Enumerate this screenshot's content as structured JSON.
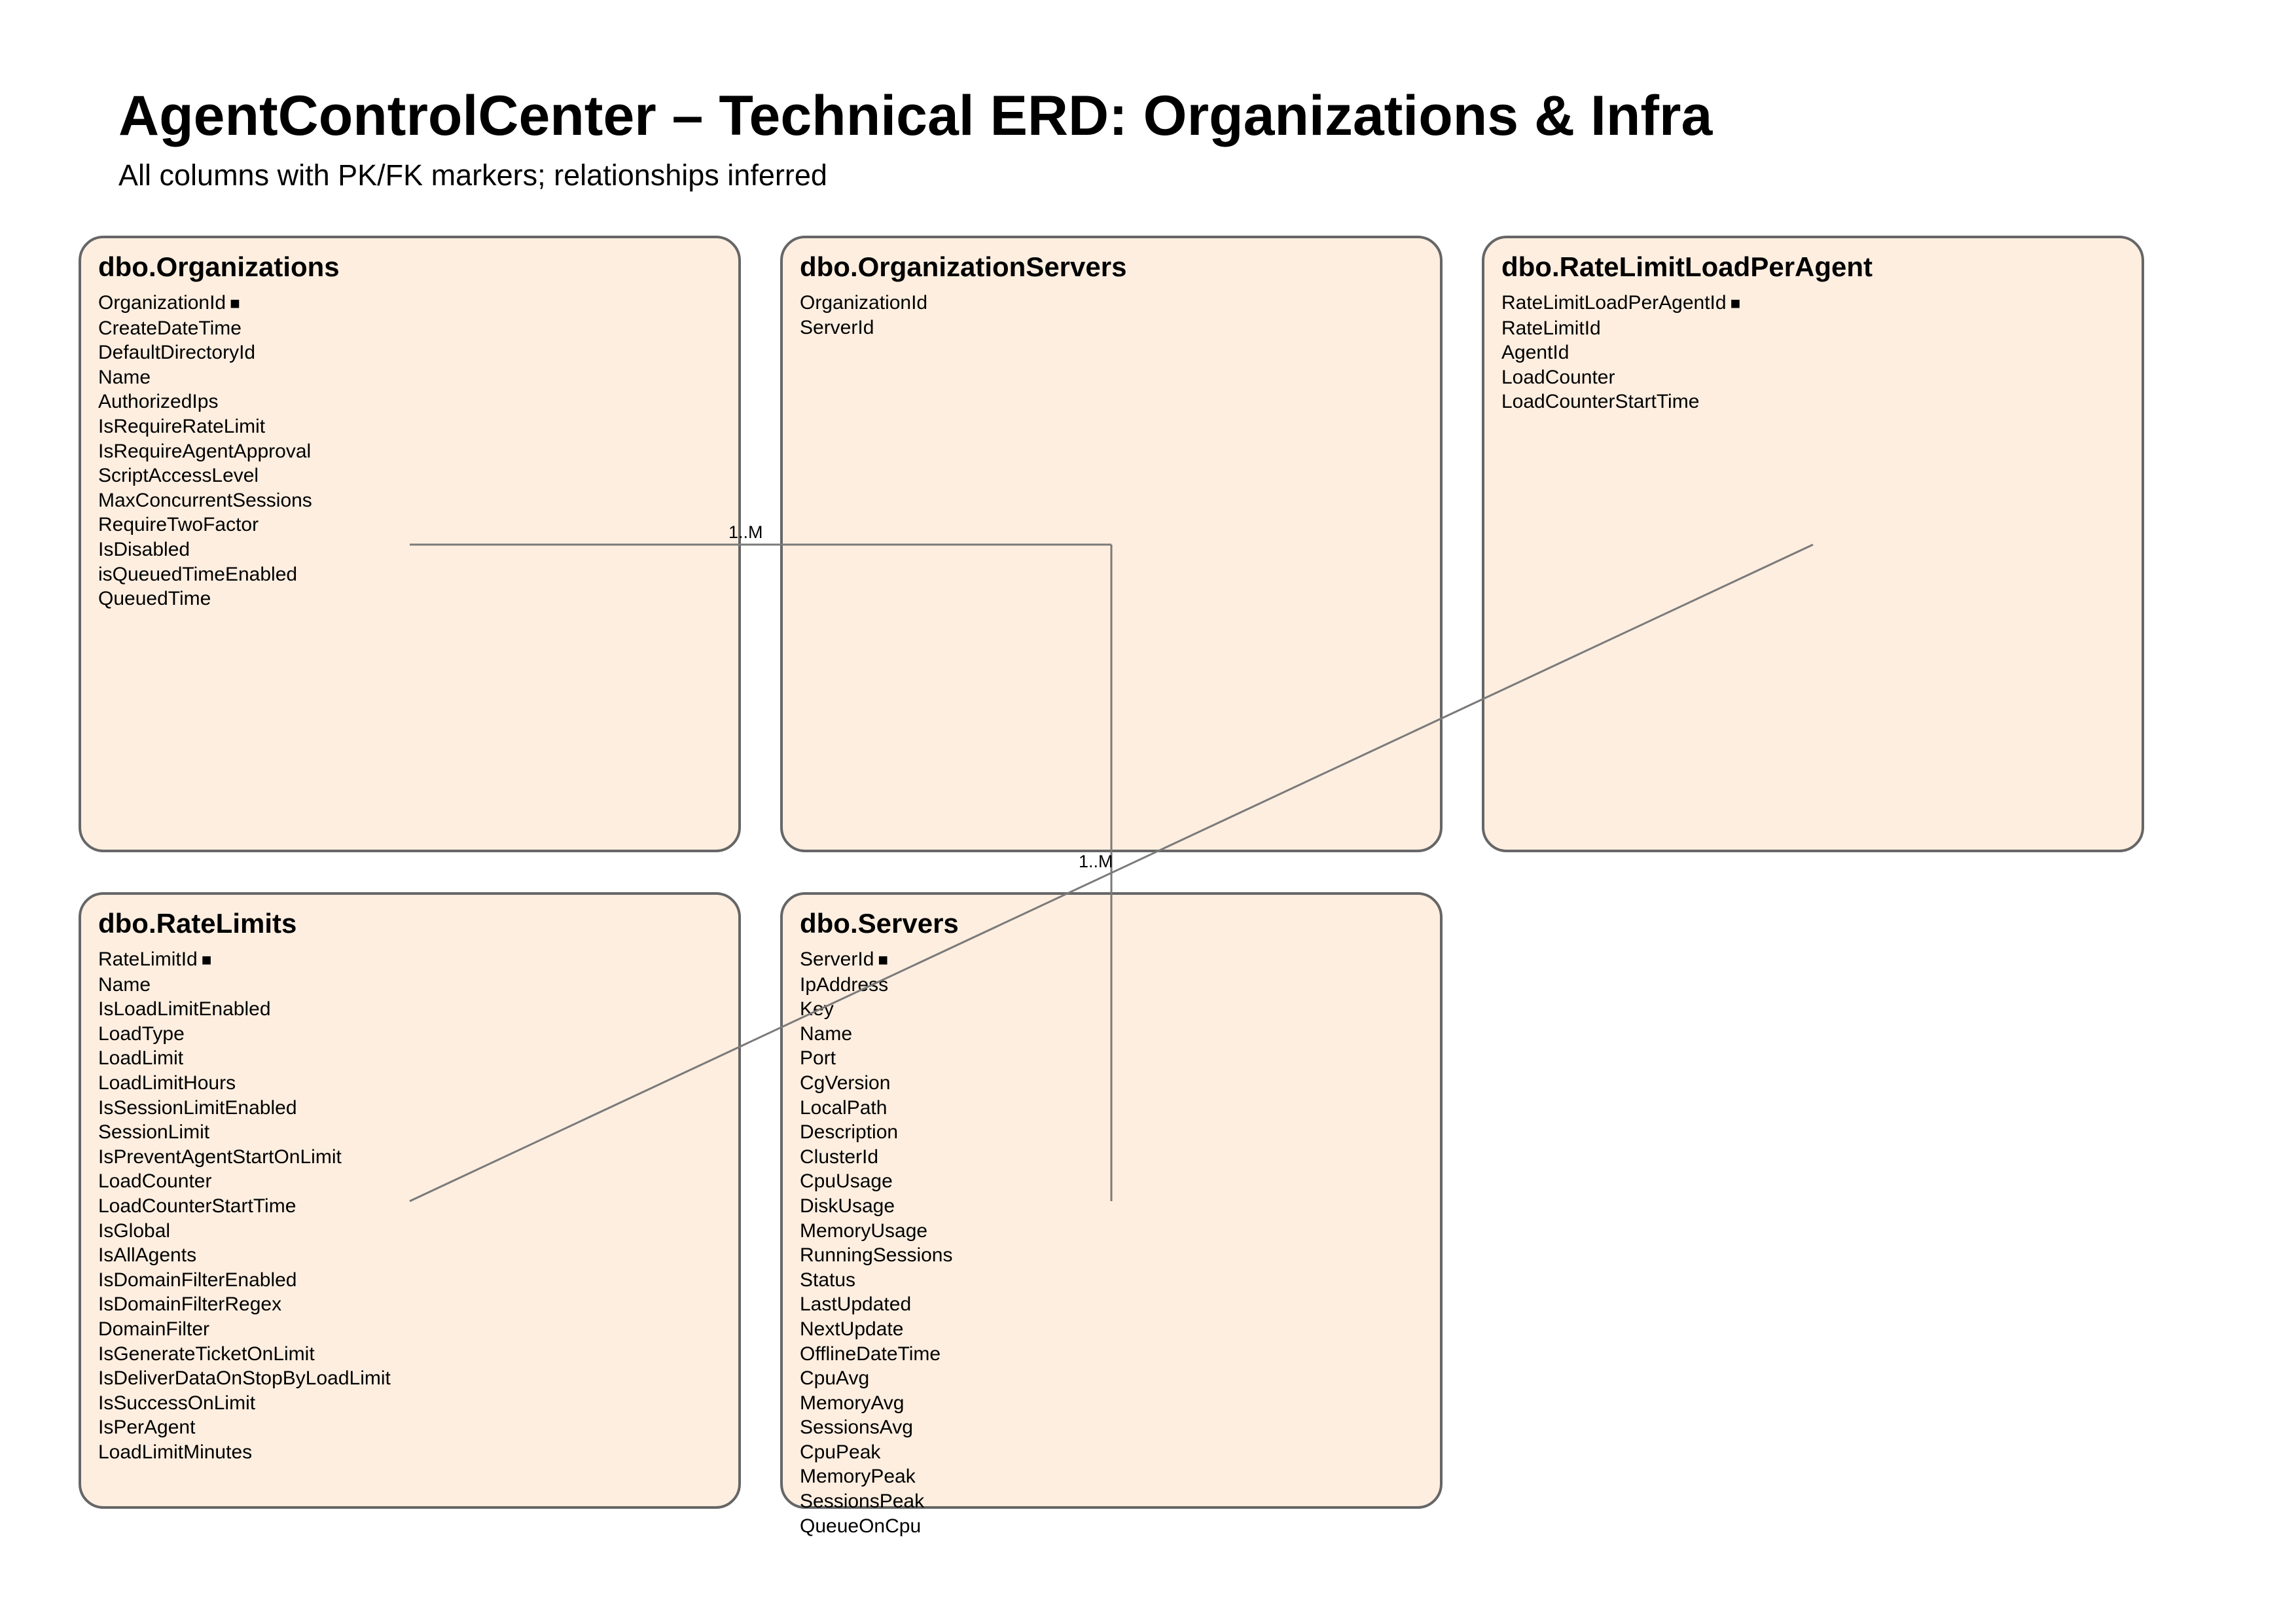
{
  "header": {
    "title": "AgentControlCenter – Technical ERD: Organizations & Infra",
    "subtitle": "All columns with PK/FK markers; relationships inferred"
  },
  "pk_marker": "■",
  "entities": [
    {
      "name": "dbo.Organizations",
      "columns": [
        {
          "name": "OrganizationId",
          "pk": true
        },
        {
          "name": "CreateDateTime"
        },
        {
          "name": "DefaultDirectoryId"
        },
        {
          "name": "Name"
        },
        {
          "name": "AuthorizedIps"
        },
        {
          "name": "IsRequireRateLimit"
        },
        {
          "name": "IsRequireAgentApproval"
        },
        {
          "name": "ScriptAccessLevel"
        },
        {
          "name": "MaxConcurrentSessions"
        },
        {
          "name": "RequireTwoFactor"
        },
        {
          "name": "IsDisabled"
        },
        {
          "name": "isQueuedTimeEnabled"
        },
        {
          "name": "QueuedTime"
        }
      ]
    },
    {
      "name": "dbo.OrganizationServers",
      "columns": [
        {
          "name": "OrganizationId"
        },
        {
          "name": "ServerId"
        }
      ]
    },
    {
      "name": "dbo.RateLimitLoadPerAgent",
      "columns": [
        {
          "name": "RateLimitLoadPerAgentId",
          "pk": true
        },
        {
          "name": "RateLimitId"
        },
        {
          "name": "AgentId"
        },
        {
          "name": "LoadCounter"
        },
        {
          "name": "LoadCounterStartTime"
        }
      ]
    },
    {
      "name": "dbo.RateLimits",
      "columns": [
        {
          "name": "RateLimitId",
          "pk": true
        },
        {
          "name": "Name"
        },
        {
          "name": "IsLoadLimitEnabled"
        },
        {
          "name": "LoadType"
        },
        {
          "name": "LoadLimit"
        },
        {
          "name": "LoadLimitHours"
        },
        {
          "name": "IsSessionLimitEnabled"
        },
        {
          "name": "SessionLimit"
        },
        {
          "name": "IsPreventAgentStartOnLimit"
        },
        {
          "name": "LoadCounter"
        },
        {
          "name": "LoadCounterStartTime"
        },
        {
          "name": "IsGlobal"
        },
        {
          "name": "IsAllAgents"
        },
        {
          "name": "IsDomainFilterEnabled"
        },
        {
          "name": "IsDomainFilterRegex"
        },
        {
          "name": "DomainFilter"
        },
        {
          "name": "IsGenerateTicketOnLimit"
        },
        {
          "name": "IsDeliverDataOnStopByLoadLimit"
        },
        {
          "name": "IsSuccessOnLimit"
        },
        {
          "name": "IsPerAgent"
        },
        {
          "name": "LoadLimitMinutes"
        }
      ]
    },
    {
      "name": "dbo.Servers",
      "columns": [
        {
          "name": "ServerId",
          "pk": true
        },
        {
          "name": "IpAddress"
        },
        {
          "name": "Key"
        },
        {
          "name": "Name"
        },
        {
          "name": "Port"
        },
        {
          "name": "CgVersion"
        },
        {
          "name": "LocalPath"
        },
        {
          "name": "Description"
        },
        {
          "name": "ClusterId"
        },
        {
          "name": "CpuUsage"
        },
        {
          "name": "DiskUsage"
        },
        {
          "name": "MemoryUsage"
        },
        {
          "name": "RunningSessions"
        },
        {
          "name": "Status"
        },
        {
          "name": "LastUpdated"
        },
        {
          "name": "NextUpdate"
        },
        {
          "name": "OfflineDateTime"
        },
        {
          "name": "CpuAvg"
        },
        {
          "name": "MemoryAvg"
        },
        {
          "name": "SessionsAvg"
        },
        {
          "name": "CpuPeak"
        },
        {
          "name": "MemoryPeak"
        },
        {
          "name": "SessionsPeak"
        },
        {
          "name": "QueueOnCpu"
        }
      ]
    }
  ],
  "relationships": [
    {
      "from": "dbo.Organizations",
      "to": "dbo.OrganizationServers",
      "cardinality": "1..M"
    },
    {
      "from": "dbo.Servers",
      "to": "dbo.OrganizationServers",
      "cardinality": "1..M"
    },
    {
      "from": "dbo.RateLimits",
      "to": "dbo.RateLimitLoadPerAgent",
      "cardinality": ""
    }
  ]
}
